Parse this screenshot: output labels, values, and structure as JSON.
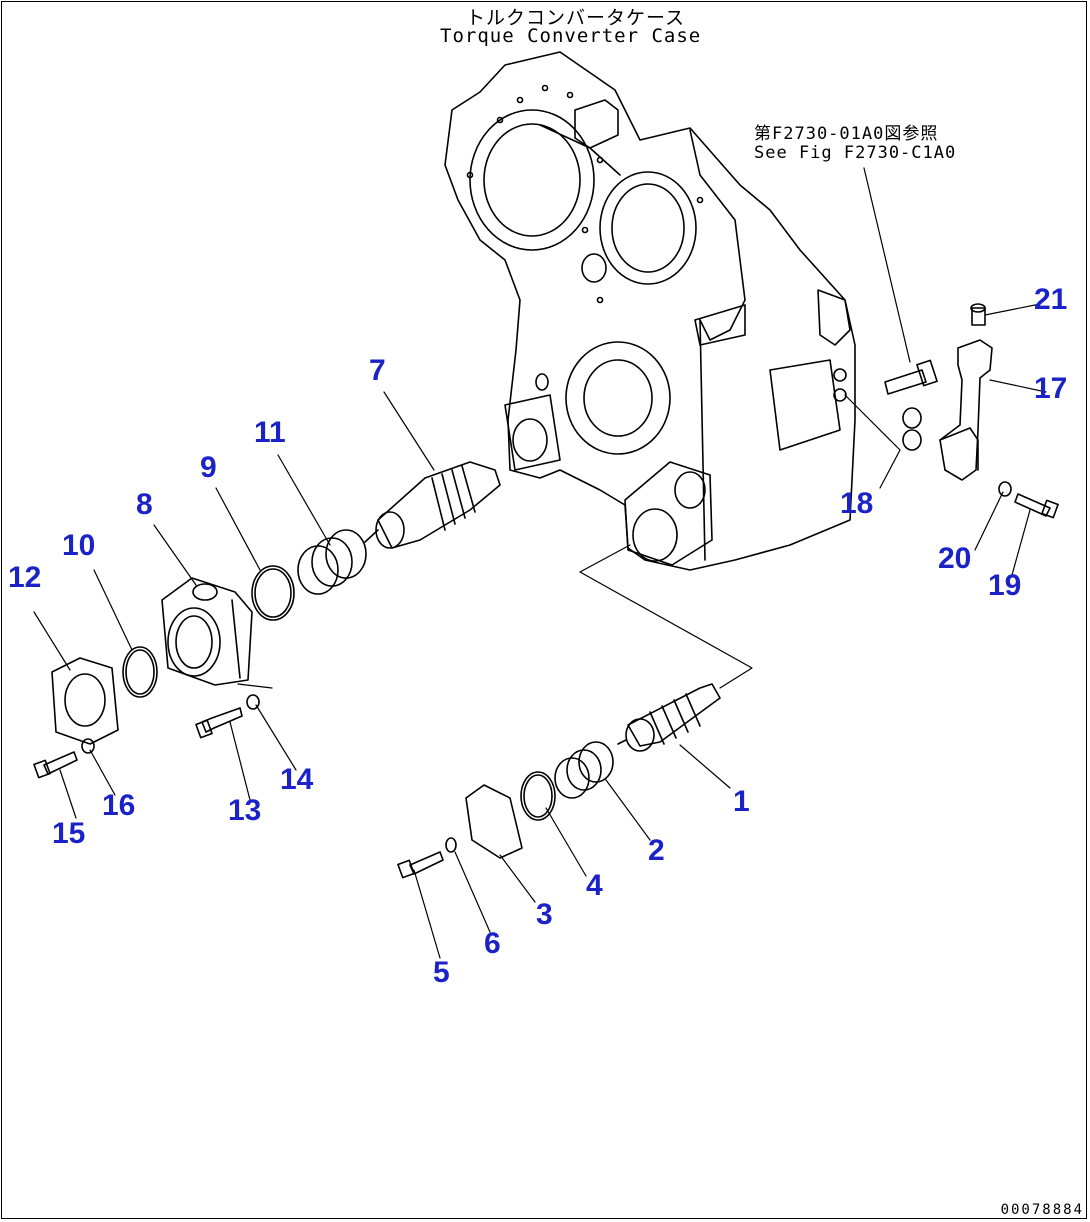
{
  "title": {
    "jp": "トルクコンバータケース",
    "en": "Torque Converter Case"
  },
  "reference": {
    "jp": "第F2730-01A0図参照",
    "en": "See Fig F2730-C1A0"
  },
  "drawing_number": "00078884",
  "colors": {
    "callout": "#1a22c8",
    "line": "#000000",
    "background": "#ffffff"
  },
  "callouts": [
    {
      "id": "1",
      "label": "1"
    },
    {
      "id": "2",
      "label": "2"
    },
    {
      "id": "3",
      "label": "3"
    },
    {
      "id": "4",
      "label": "4"
    },
    {
      "id": "5",
      "label": "5"
    },
    {
      "id": "6",
      "label": "6"
    },
    {
      "id": "7",
      "label": "7"
    },
    {
      "id": "8",
      "label": "8"
    },
    {
      "id": "9",
      "label": "9"
    },
    {
      "id": "10",
      "label": "10"
    },
    {
      "id": "11",
      "label": "11"
    },
    {
      "id": "12",
      "label": "12"
    },
    {
      "id": "13",
      "label": "13"
    },
    {
      "id": "14",
      "label": "14"
    },
    {
      "id": "15",
      "label": "15"
    },
    {
      "id": "16",
      "label": "16"
    },
    {
      "id": "17",
      "label": "17"
    },
    {
      "id": "18",
      "label": "18"
    },
    {
      "id": "19",
      "label": "19"
    },
    {
      "id": "20",
      "label": "20"
    },
    {
      "id": "21",
      "label": "21"
    }
  ]
}
